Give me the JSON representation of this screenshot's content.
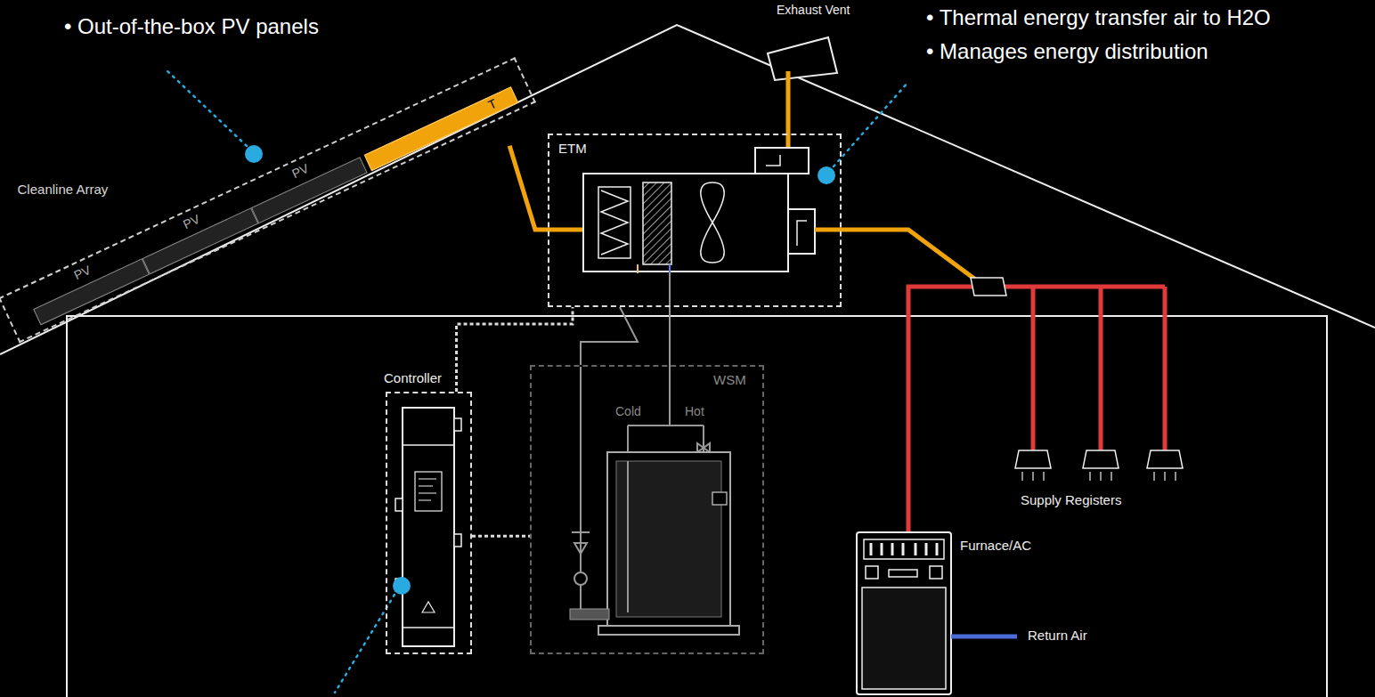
{
  "diagram": {
    "nodes": [
      {
        "text": [
          "Cleanline Array"
        ]
      },
      {
        "text": [
          "PV"
        ],
        "in": 0
      },
      {
        "text": [
          "PV"
        ],
        "in": 0
      },
      {
        "text": [
          "PV"
        ],
        "in": 0
      },
      {
        "text": [
          "T"
        ],
        "in": 0
      },
      {
        "text": [
          "ETM"
        ]
      },
      {
        "text": [
          "Controller"
        ]
      },
      {
        "text": [
          "WSM"
        ]
      },
      {
        "text": [
          "Furnace/AC"
        ]
      }
    ],
    "edges": [
      {
        "from": 4,
        "to": 5,
        "arrow": "none"
      },
      {
        "from": 6,
        "to": 5,
        "arrow": "none"
      },
      {
        "from": 6,
        "to": 7,
        "arrow": "none"
      },
      {
        "from": 5,
        "to": 7,
        "arrow": "none"
      }
    ],
    "labels": [
      "• Out-of-the-box PV panels",
      "Exhaust Vent",
      "• Thermal energy transfer air to H2O",
      "• Manages energy distribution",
      "Cold",
      "Hot",
      "Supply Registers",
      "Return Air"
    ]
  }
}
